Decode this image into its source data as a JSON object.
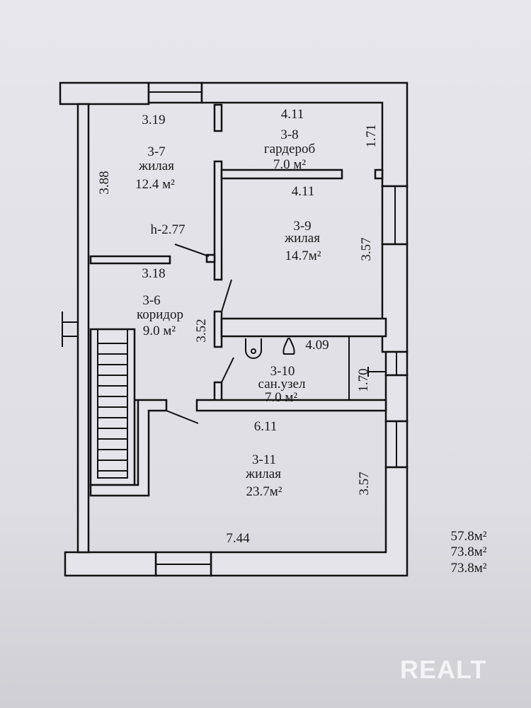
{
  "rooms": [
    {
      "id": "3-7",
      "type": "жилая",
      "area": "12.4 м²"
    },
    {
      "id": "3-8",
      "type": "гардероб",
      "area": "7.0 м²"
    },
    {
      "id": "3-9",
      "type": "жилая",
      "area": "14.7м²"
    },
    {
      "id": "3-6",
      "type": "коридор",
      "area": "9.0 м²"
    },
    {
      "id": "3-10",
      "type": "сан.узел",
      "area": "7.0 м²"
    },
    {
      "id": "3-11",
      "type": "жилая",
      "area": "23.7м²"
    }
  ],
  "dimensions": {
    "d319": "3.19",
    "d411a": "4.11",
    "d171": "1.71",
    "d388": "3.88",
    "d411b": "4.11",
    "height": "h-2.77",
    "d357a": "3.57",
    "d318": "3.18",
    "d352": "3.52",
    "d409": "4.09",
    "d170": "1.70",
    "d611": "6.11",
    "d357b": "3.57",
    "d744": "7.44"
  },
  "totals": [
    "57.8м²",
    "73.8м²",
    "73.8м²"
  ],
  "watermark": "REALT"
}
